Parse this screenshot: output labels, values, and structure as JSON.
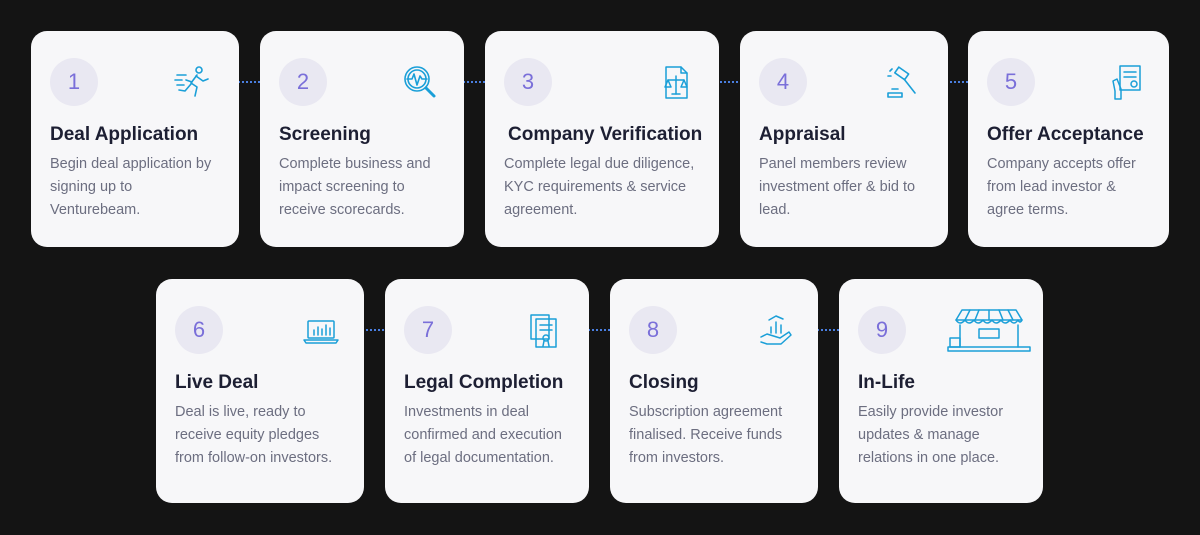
{
  "steps": [
    {
      "num": "1",
      "title": "Deal Application",
      "desc": "Begin deal application by signing up to Venturebeam.",
      "icon": "running-person-icon"
    },
    {
      "num": "2",
      "title": "Screening",
      "desc": "Complete business and impact screening to receive scorecards.",
      "icon": "magnifier-pulse-icon"
    },
    {
      "num": "3",
      "title": "Company Verification",
      "desc": "Complete legal due diligence, KYC requirements & service agreement.",
      "icon": "legal-scales-document-icon"
    },
    {
      "num": "4",
      "title": "Appraisal",
      "desc": "Panel members review investment offer & bid to lead.",
      "icon": "gavel-hand-icon"
    },
    {
      "num": "5",
      "title": "Offer Acceptance",
      "desc": "Company accepts offer from lead investor & agree terms.",
      "icon": "signed-contract-icon"
    },
    {
      "num": "6",
      "title": "Live Deal",
      "desc": "Deal is live, ready to receive equity pledges from follow-on investors.",
      "icon": "laptop-chart-icon"
    },
    {
      "num": "7",
      "title": "Legal Completion",
      "desc": "Investments in deal confirmed and execution of legal documentation.",
      "icon": "certificate-documents-icon"
    },
    {
      "num": "8",
      "title": "Closing",
      "desc": "Subscription agreement finalised. Receive funds from investors.",
      "icon": "hand-growth-chart-icon"
    },
    {
      "num": "9",
      "title": "In-Life",
      "desc": "Easily provide investor updates & manage relations in one place.",
      "icon": "storefront-icon"
    }
  ]
}
